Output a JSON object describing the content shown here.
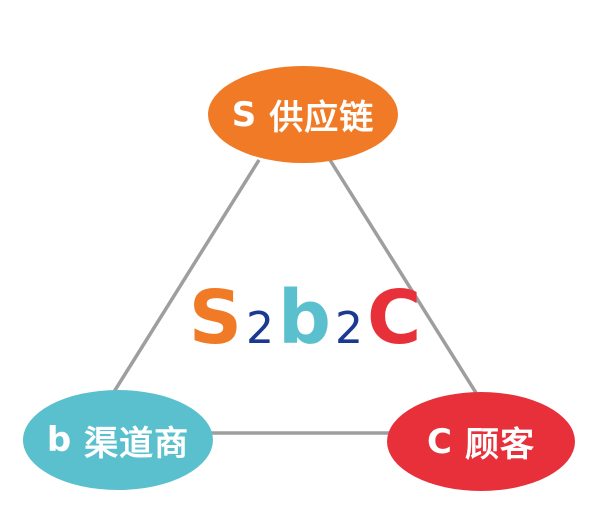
{
  "diagram": {
    "type": "triangle-relationship",
    "colors": {
      "supply_chain": "#f07a25",
      "channel": "#5bc0ce",
      "customer": "#e8303a",
      "connector_digit": "#1a3a8f",
      "line": "#9e9e9e",
      "node_text": "#ffffff"
    },
    "nodes": [
      {
        "id": "s",
        "letter": "S",
        "label": "供应链",
        "position": "top"
      },
      {
        "id": "b",
        "letter": "b",
        "label": "渠道商",
        "position": "bottom-left"
      },
      {
        "id": "c",
        "letter": "C",
        "label": "顾客",
        "position": "bottom-right"
      }
    ],
    "edges": [
      {
        "from": "s",
        "to": "b"
      },
      {
        "from": "s",
        "to": "c"
      },
      {
        "from": "b",
        "to": "c"
      }
    ],
    "center_title": {
      "parts": [
        "S",
        "2",
        "b",
        "2",
        "C"
      ]
    }
  }
}
